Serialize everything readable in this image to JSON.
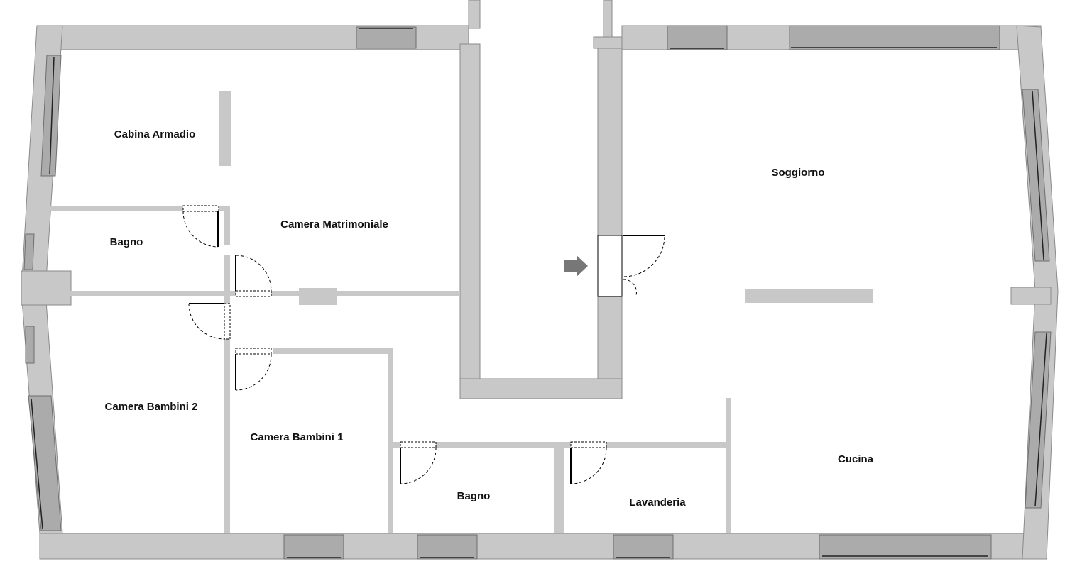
{
  "rooms": {
    "cabina_armadio": "Cabina Armadio",
    "camera_matrimoniale": "Camera Matrimoniale",
    "bagno_1": "Bagno",
    "camera_bambini_2": "Camera Bambini 2",
    "camera_bambini_1": "Camera Bambini 1",
    "bagno_2": "Bagno",
    "lavanderia": "Lavanderia",
    "soggiorno": "Soggiorno",
    "cucina": "Cucina"
  },
  "colors": {
    "wall": "#c8c8c8",
    "window": "#ababab",
    "entrance_arrow": "#777777"
  },
  "icons": {
    "entrance": "entrance-arrow-icon"
  }
}
